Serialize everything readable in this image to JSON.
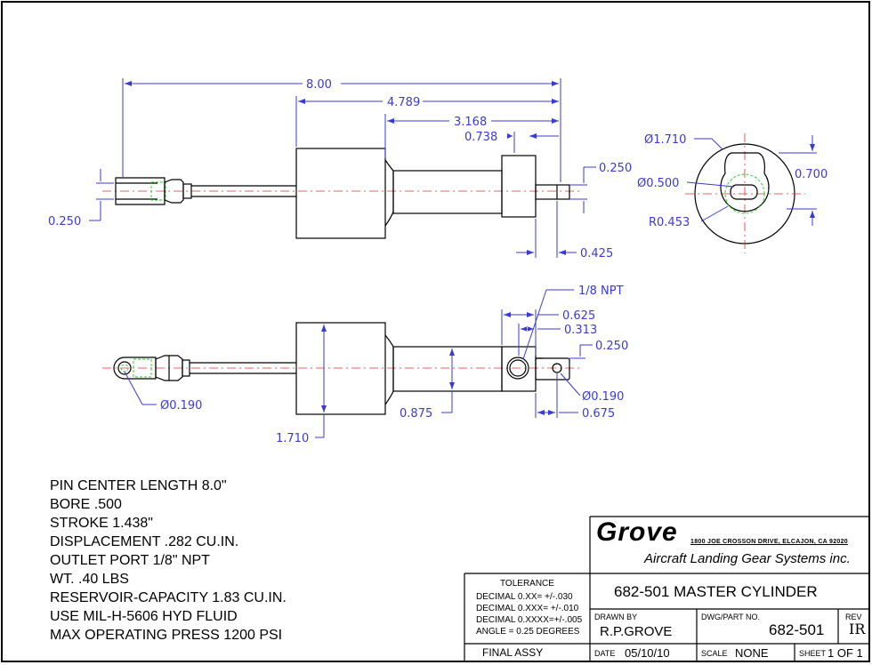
{
  "dimensions": {
    "overall_length": "8.00",
    "len_4789": "4.789",
    "len_3168": "3.168",
    "len_0738": "0.738",
    "pin_dia_top": "0.250",
    "clevis_gap": "0.250",
    "end_len": "0.425",
    "body_dia": "Ø1.710",
    "bore_dia": "Ø0.500",
    "radius": "R0.453",
    "height_0700": "0.700",
    "npt": "1/8 NPT",
    "len_0625": "0.625",
    "len_0313": "0.313",
    "len_0250b": "0.250",
    "hole_dia_right": "Ø0.190",
    "len_0675": "0.675",
    "hole_dia_left": "Ø0.190",
    "dia_0875": "0.875",
    "dia_1710": "1.710"
  },
  "notes": [
    "PIN CENTER LENGTH 8.0\"",
    "BORE .500",
    "STROKE 1.438\"",
    "DISPLACEMENT .282 CU.IN.",
    "OUTLET PORT 1/8\" NPT",
    "WT. .40 LBS",
    "RESERVOIR-CAPACITY  1.83 CU.IN.",
    "USE MIL-H-5606 HYD FLUID",
    "MAX OPERATING PRESS 1200 PSI"
  ],
  "title_block": {
    "company": "Grove",
    "address": "1800 JOE CROSSON DRIVE, ELCAJON, CA 92020",
    "subtitle": "Aircraft Landing Gear Systems inc.",
    "tolerance_title": "TOLERANCE",
    "tolerance_lines": [
      "DECIMAL 0.XX=  +/-.030",
      "DECIMAL 0.XXX= +/-.010",
      "DECIMAL 0.XXXX=+/-.005",
      "ANGLE = 0.25 DEGREES"
    ],
    "title": "682-501 MASTER CYLINDER",
    "drawn_by_label": "DRAWN BY",
    "drawn_by": "R.P.GROVE",
    "dwg_label": "DWG/PART NO.",
    "dwg_no": "682-501",
    "rev_label": "REV",
    "rev": "IR",
    "status": "FINAL ASSY",
    "date_label": "DATE",
    "date": "05/10/10",
    "scale_label": "SCALE",
    "scale": "NONE",
    "sheet_label": "SHEET",
    "sheet": "1 OF 1"
  }
}
